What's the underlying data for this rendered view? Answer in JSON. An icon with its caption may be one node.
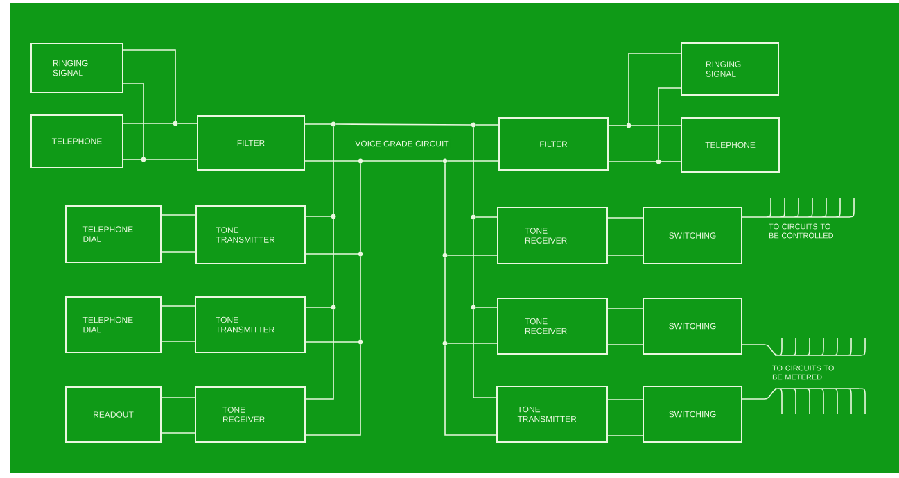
{
  "diagram": {
    "nodes": [
      {
        "text": [
          "RINGING SIGNAL"
        ]
      },
      {
        "text": [
          "TELEPHONE"
        ]
      },
      {
        "text": [
          "FILTER"
        ]
      },
      {
        "text": [
          "TELEPHONE DIAL"
        ]
      },
      {
        "text": [
          "TONE TRANSMITTER"
        ]
      },
      {
        "text": [
          "TELEPHONE DIAL"
        ]
      },
      {
        "text": [
          "TONE TRANSMITTER"
        ]
      },
      {
        "text": [
          "READOUT"
        ]
      },
      {
        "text": [
          "TONE RECEIVER"
        ]
      },
      {
        "text": [
          "FILTER"
        ]
      },
      {
        "text": [
          "RINGING SIGNAL"
        ]
      },
      {
        "text": [
          "TELEPHONE"
        ]
      },
      {
        "text": [
          "TONE RECEIVER"
        ]
      },
      {
        "text": [
          "SWITCHING"
        ]
      },
      {
        "text": [
          "TONE RECEIVER"
        ]
      },
      {
        "text": [
          "SWITCHING"
        ]
      },
      {
        "text": [
          "TONE TRANSMITTER"
        ]
      },
      {
        "text": [
          "SWITCHING"
        ]
      },
      {
        "text": [],
        "shape": "circle"
      },
      {
        "text": [],
        "shape": "circle"
      },
      {
        "text": [],
        "shape": "circle"
      },
      {
        "text": [],
        "shape": "circle"
      },
      {
        "text": [],
        "shape": "circle"
      },
      {
        "text": [],
        "shape": "circle"
      },
      {
        "text": [],
        "shape": "circle"
      },
      {
        "text": [],
        "shape": "circle"
      },
      {
        "text": [],
        "shape": "circle"
      },
      {
        "text": [],
        "shape": "circle"
      },
      {
        "text": [],
        "shape": "circle"
      },
      {
        "text": [],
        "shape": "circle"
      },
      {
        "text": [],
        "shape": "circle"
      },
      {
        "text": [],
        "shape": "circle"
      },
      {
        "text": [],
        "shape": "circle"
      },
      {
        "text": [],
        "shape": "circle"
      }
    ],
    "edges": [
      {
        "from": 0,
        "to": 19,
        "arrow": "none"
      },
      {
        "from": 1,
        "to": 19,
        "arrow": "none"
      },
      {
        "from": 19,
        "to": 2,
        "arrow": "none"
      },
      {
        "from": 0,
        "to": 18,
        "arrow": "none"
      },
      {
        "from": 1,
        "to": 18,
        "arrow": "none"
      },
      {
        "from": 18,
        "to": 2,
        "arrow": "none"
      },
      {
        "from": 2,
        "to": 20,
        "arrow": "none"
      },
      {
        "from": 20,
        "to": 29,
        "arrow": "none",
        "label": "VOICE GRADE CIRCUIT"
      },
      {
        "from": 29,
        "to": 9,
        "arrow": "none"
      },
      {
        "from": 2,
        "to": 23,
        "arrow": "none"
      },
      {
        "from": 23,
        "to": 26,
        "arrow": "none"
      },
      {
        "from": 26,
        "to": 9,
        "arrow": "none"
      },
      {
        "from": 3,
        "to": 4,
        "arrow": "none"
      },
      {
        "from": 3,
        "to": 4,
        "arrow": "none"
      },
      {
        "from": 4,
        "to": 21,
        "arrow": "none"
      },
      {
        "from": 4,
        "to": 24,
        "arrow": "none"
      },
      {
        "from": 20,
        "to": 21,
        "arrow": "none"
      },
      {
        "from": 21,
        "to": 22,
        "arrow": "none"
      },
      {
        "from": 22,
        "to": 8,
        "arrow": "none"
      },
      {
        "from": 23,
        "to": 24,
        "arrow": "none"
      },
      {
        "from": 24,
        "to": 25,
        "arrow": "none"
      },
      {
        "from": 25,
        "to": 8,
        "arrow": "none"
      },
      {
        "from": 5,
        "to": 6,
        "arrow": "none"
      },
      {
        "from": 5,
        "to": 6,
        "arrow": "none"
      },
      {
        "from": 6,
        "to": 22,
        "arrow": "none"
      },
      {
        "from": 6,
        "to": 25,
        "arrow": "none"
      },
      {
        "from": 7,
        "to": 8,
        "arrow": "none"
      },
      {
        "from": 7,
        "to": 8,
        "arrow": "none"
      },
      {
        "from": 26,
        "to": 27,
        "arrow": "none"
      },
      {
        "from": 27,
        "to": 28,
        "arrow": "none"
      },
      {
        "from": 28,
        "to": 16,
        "arrow": "none"
      },
      {
        "from": 29,
        "to": 30,
        "arrow": "none"
      },
      {
        "from": 30,
        "to": 31,
        "arrow": "none"
      },
      {
        "from": 31,
        "to": 16,
        "arrow": "none"
      },
      {
        "from": 12,
        "to": 30,
        "arrow": "none"
      },
      {
        "from": 12,
        "to": 27,
        "arrow": "none"
      },
      {
        "from": 14,
        "to": 31,
        "arrow": "none"
      },
      {
        "from": 14,
        "to": 28,
        "arrow": "none"
      },
      {
        "from": 12,
        "to": 13,
        "arrow": "none"
      },
      {
        "from": 12,
        "to": 13,
        "arrow": "none"
      },
      {
        "from": 14,
        "to": 15,
        "arrow": "none"
      },
      {
        "from": 14,
        "to": 15,
        "arrow": "none"
      },
      {
        "from": 16,
        "to": 17,
        "arrow": "none"
      },
      {
        "from": 16,
        "to": 17,
        "arrow": "none"
      },
      {
        "from": 9,
        "to": 32,
        "arrow": "none"
      },
      {
        "from": 32,
        "to": 11,
        "arrow": "none"
      },
      {
        "from": 10,
        "to": 32,
        "arrow": "none"
      },
      {
        "from": 9,
        "to": 33,
        "arrow": "none"
      },
      {
        "from": 33,
        "to": 11,
        "arrow": "none"
      },
      {
        "from": 10,
        "to": 33,
        "arrow": "none"
      }
    ],
    "labels": [
      "TO CIRCUITS TO BE CONTROLLED",
      "TO CIRCUITS TO BE METERED"
    ]
  }
}
